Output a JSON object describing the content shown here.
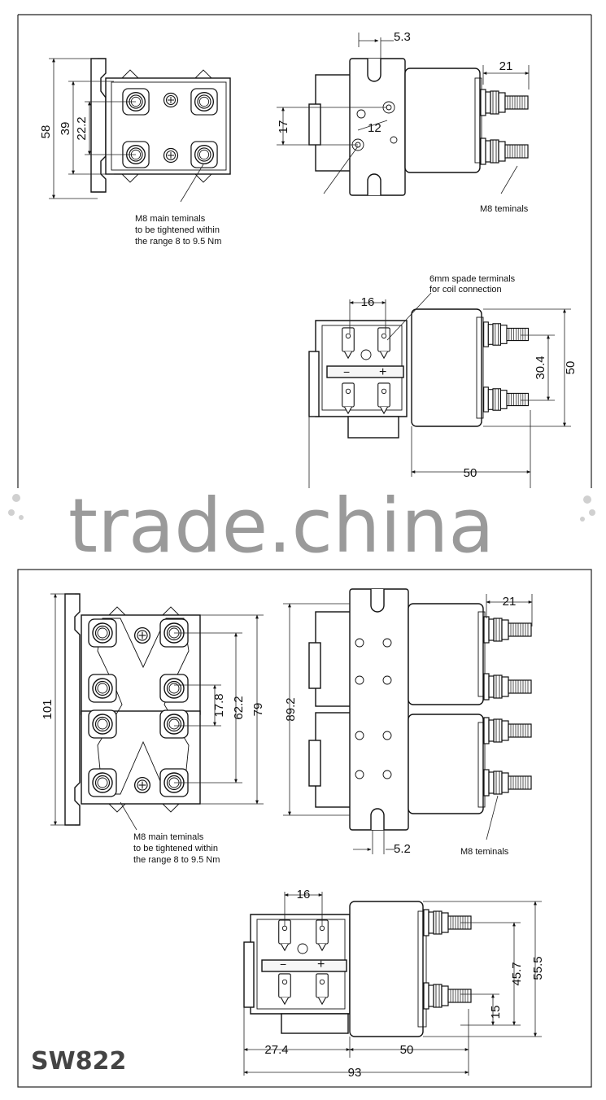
{
  "watermark": "trade.china",
  "model": "SW822",
  "top_panel": {
    "notes": {
      "main_terminals_line1": "M8 main teminals",
      "main_terminals_line2": "to be tightened within",
      "main_terminals_line3": "the range 8 to 9.5 Nm",
      "m8_terminals": "M8  teminals",
      "spade_line1": "6mm spade terminals",
      "spade_line2": "for coil connection"
    },
    "dims": {
      "d58": "58",
      "d39": "39",
      "d22_2": "22.2",
      "d5_3": "5.3",
      "d21": "21",
      "d17": "17",
      "d12": "12",
      "d16": "16",
      "d30_4": "30.4",
      "d50v": "50",
      "d50h": "50"
    },
    "coil_signs": {
      "minus": "−",
      "plus": "+"
    }
  },
  "bottom_panel": {
    "notes": {
      "main_terminals_line1": "M8 main teminals",
      "main_terminals_line2": "to be tightened within",
      "main_terminals_line3": "the range 8 to 9.5 Nm",
      "m8_terminals": "M8  teminals"
    },
    "dims": {
      "d101": "101",
      "d17_8": "17.8",
      "d62_2": "62.2",
      "d79": "79",
      "d89_2": "89.2",
      "d21": "21",
      "d5_2": "5.2",
      "d16": "16",
      "d45_7": "45.7",
      "d55_5": "55.5",
      "d15": "15",
      "d27_4": "27.4",
      "d50": "50",
      "d93": "93"
    },
    "coil_signs": {
      "minus": "−",
      "plus": "+"
    }
  }
}
